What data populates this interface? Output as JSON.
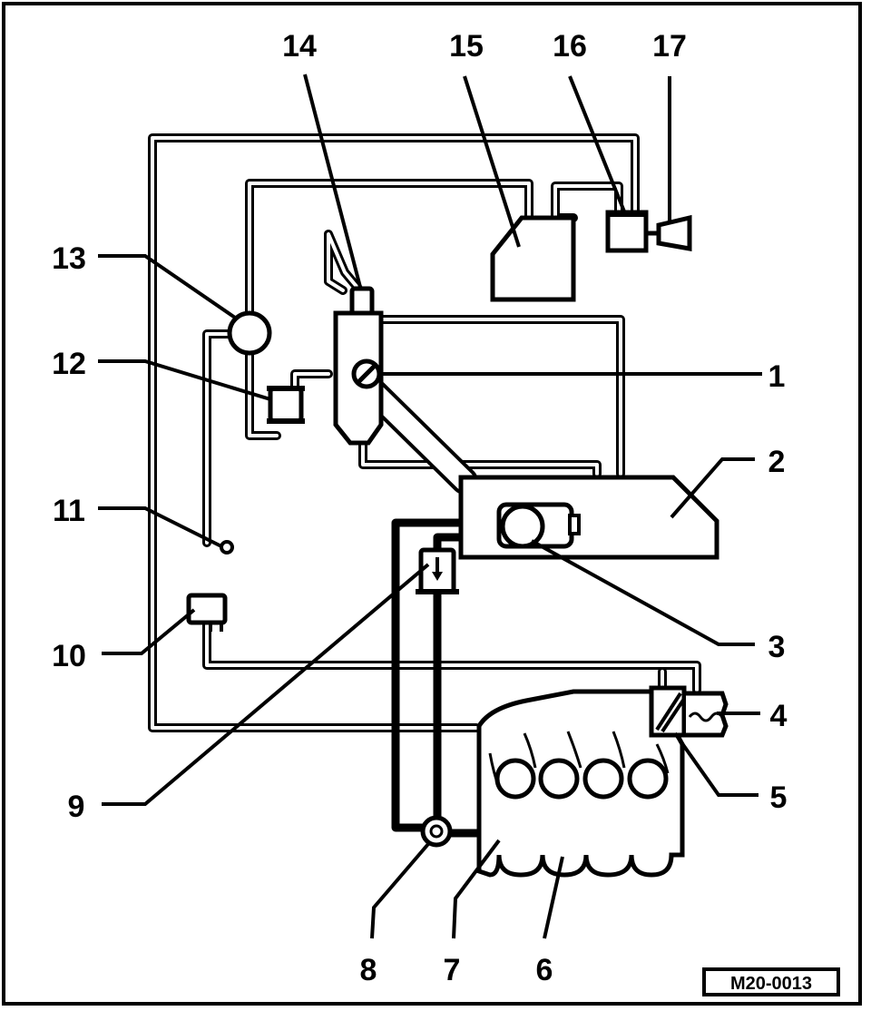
{
  "colors": {
    "line": "#000000",
    "background": "#ffffff"
  },
  "callouts": {
    "c1": "1",
    "c2": "2",
    "c3": "3",
    "c4": "4",
    "c5": "5",
    "c6": "6",
    "c7": "7",
    "c8": "8",
    "c9": "9",
    "c10": "10",
    "c11": "11",
    "c12": "12",
    "c13": "13",
    "c14": "14",
    "c15": "15",
    "c16": "16",
    "c17": "17"
  },
  "reference_code": "M20-0013"
}
